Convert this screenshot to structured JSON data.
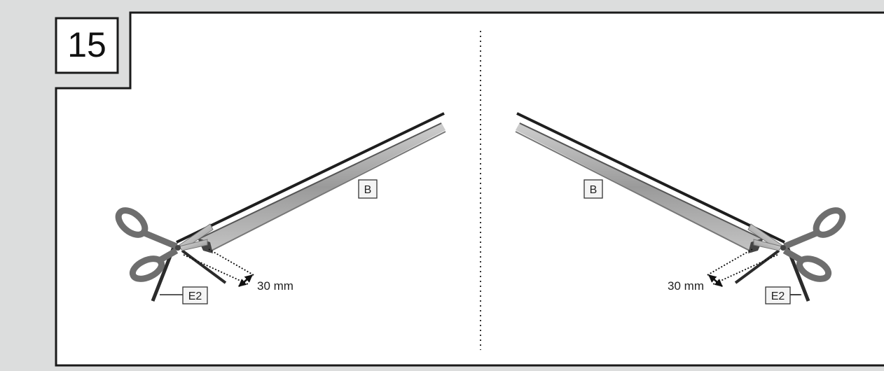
{
  "step": {
    "number": "15"
  },
  "left": {
    "part_label": "B",
    "dim_label": "30 mm",
    "edge_label": "E2"
  },
  "right": {
    "part_label": "B",
    "dim_label": "30 mm",
    "edge_label": "E2"
  },
  "colors": {
    "background": "#dcdddd",
    "panel": "#ffffff",
    "frame": "#1a1a1a",
    "profile_face": "#a9a9a9",
    "profile_edge": "#2b2b2b",
    "scissors_handle": "#6e6e6e",
    "blade": "#bfbfbf"
  },
  "icons": [
    "scissors-icon",
    "double-arrow-icon",
    "scissors-icon",
    "double-arrow-icon"
  ]
}
